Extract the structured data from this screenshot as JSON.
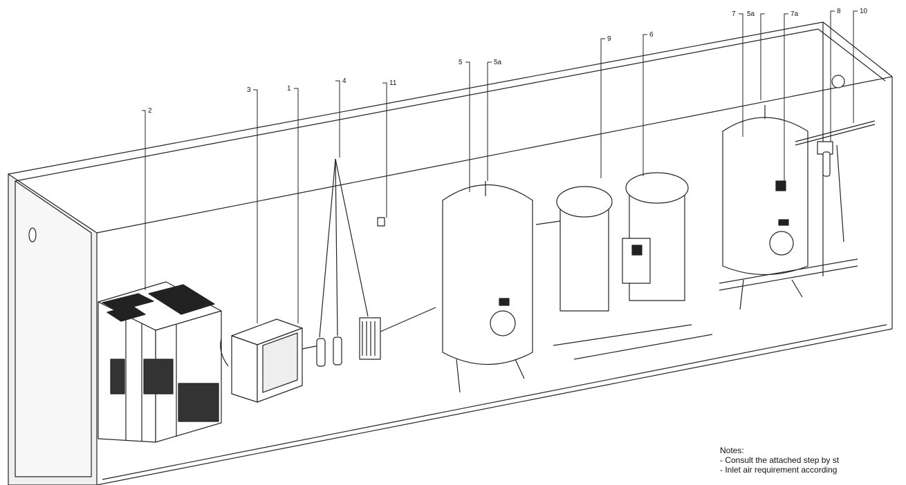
{
  "callouts": [
    {
      "id": "c1",
      "label": "1"
    },
    {
      "id": "c2",
      "label": "2"
    },
    {
      "id": "c3",
      "label": "3"
    },
    {
      "id": "c4",
      "label": "4"
    },
    {
      "id": "c5",
      "label": "5"
    },
    {
      "id": "c5a_left",
      "label": "5a"
    },
    {
      "id": "c5a_right",
      "label": "5a"
    },
    {
      "id": "c6",
      "label": "6"
    },
    {
      "id": "c7",
      "label": "7"
    },
    {
      "id": "c7a",
      "label": "7a"
    },
    {
      "id": "c8",
      "label": "8"
    },
    {
      "id": "c9",
      "label": "9"
    },
    {
      "id": "c10",
      "label": "10"
    },
    {
      "id": "c11",
      "label": "11"
    }
  ],
  "notes": {
    "title": "Notes:",
    "lines": [
      "- Consult the attached step by st",
      "- Inlet air requirement according"
    ]
  }
}
